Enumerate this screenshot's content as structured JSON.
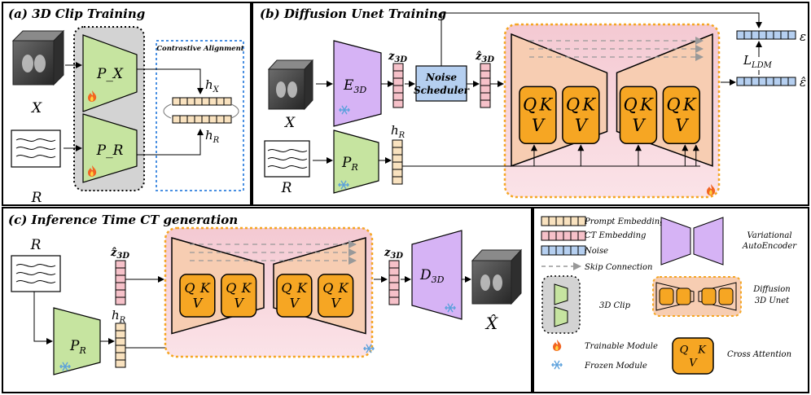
{
  "panels": {
    "a": {
      "title": "(a) 3D Clip Training",
      "contrastive": "Contrastive Alignment"
    },
    "b": {
      "title": "(b) Diffusion Unet Training",
      "noise_scheduler_line1": "Noise",
      "noise_scheduler_line2": "Scheduler",
      "loss": "L_LDM"
    },
    "c": {
      "title": "(c) Inference Time CT generation"
    }
  },
  "symbols": {
    "X": "X",
    "R": "R",
    "X_hat": "X̂",
    "P_X": "P_X",
    "P_R": "P_R",
    "h_X": "h_X",
    "h_R": "h_R",
    "E_3D": "E_3D",
    "D_3D": "D_3D",
    "z_3D": "z_3D",
    "z_hat_3D": "ẑ_3D",
    "eps": "ε",
    "eps_hat": "ε̂",
    "Q": "Q",
    "K": "K",
    "V": "V"
  },
  "legend": {
    "prompt_embedding": "Prompt Embedding",
    "ct_embedding": "CT Embedding",
    "noise": "Noise",
    "skip_connection": "Skip Connection",
    "vae": "Variational AutoEncoder",
    "clip": "3D Clip",
    "diffusion": "Diffusion 3D Unet",
    "trainable": "Trainable Module",
    "frozen": "Frozen Module",
    "cross_attention": "Cross Attention"
  },
  "colors": {
    "prompt": "#f9e2bf",
    "ct": "#f6c1c9",
    "noise": "#b5cff0",
    "encoder": "#d6b3f5",
    "projector": "#c6e4a0",
    "unet_body": "#f7cdb2",
    "attention": "#f6a623",
    "orange_border": "#f5a623",
    "clip_bg": "#d3d3d3",
    "contrastive_border": "#4a90e2"
  }
}
